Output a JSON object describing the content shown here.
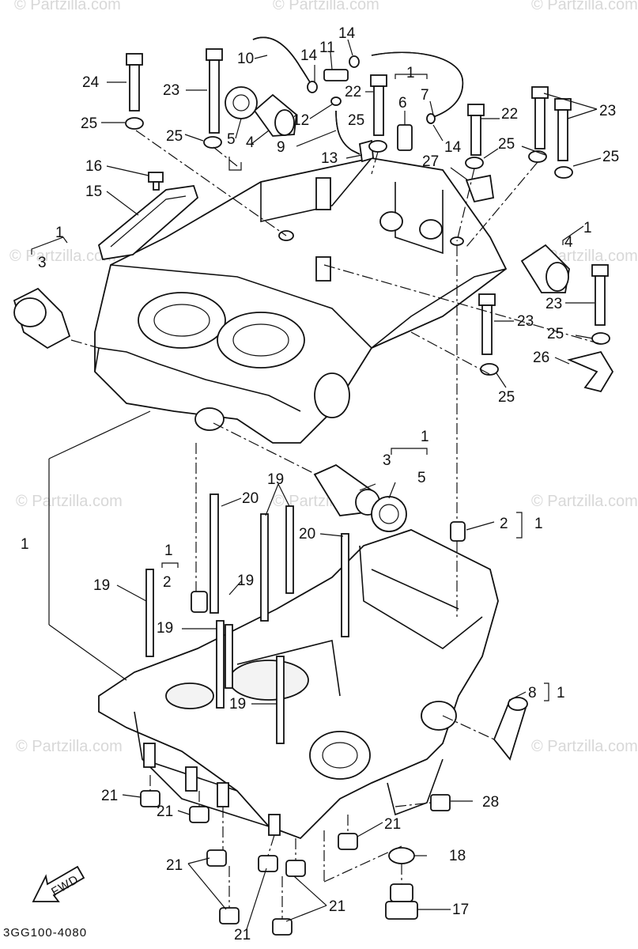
{
  "watermark": "© Partzilla.com",
  "diagram_code": "3GG100-4080",
  "fwd_label": "FWD",
  "callouts": {
    "c1a": "1",
    "c1b": "1",
    "c1c": "1",
    "c1d": "1",
    "c1e": "1",
    "c1f": "1",
    "c1g": "1",
    "c1h": "1",
    "c1i": "1",
    "c2a": "2",
    "c2b": "2",
    "c3a": "3",
    "c3b": "3",
    "c4a": "4",
    "c4b": "4",
    "c5a": "5",
    "c5b": "5",
    "c6": "6",
    "c7": "7",
    "c8": "8",
    "c9": "9",
    "c10": "10",
    "c11": "11",
    "c12": "12",
    "c13": "13",
    "c14a": "14",
    "c14b": "14",
    "c14c": "14",
    "c15": "15",
    "c16": "16",
    "c17": "17",
    "c18": "18",
    "c19a": "19",
    "c19b": "19",
    "c19c": "19",
    "c19d": "19",
    "c19e": "19",
    "c20a": "20",
    "c20b": "20",
    "c21a": "21",
    "c21b": "21",
    "c21c": "21",
    "c21d": "21",
    "c21e": "21",
    "c21f": "21",
    "c22a": "22",
    "c22b": "22",
    "c23a": "23",
    "c23b": "23",
    "c23c": "23",
    "c23d": "23",
    "c24": "24",
    "c25a": "25",
    "c25b": "25",
    "c25c": "25",
    "c25d": "25",
    "c25e": "25",
    "c25f": "25",
    "c25g": "25",
    "c26": "26",
    "c27": "27",
    "c28": "28"
  }
}
